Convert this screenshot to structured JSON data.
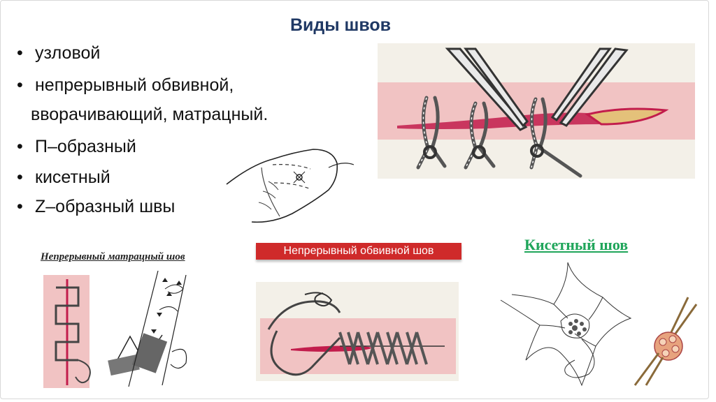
{
  "slide": {
    "title": "Виды швов",
    "bullet_symbol": "•",
    "bullets": [
      {
        "text": "узловой",
        "bullet": true
      },
      {
        "text": "непрерывный обвивной,",
        "bullet": true
      },
      {
        "text": "вворачивающий, матрацный.",
        "bullet": false
      },
      {
        "text": "П–образный",
        "bullet": true
      },
      {
        "text": "кисетный",
        "bullet": true
      },
      {
        "text": "Z–образный швы",
        "bullet": true
      }
    ],
    "captions": {
      "mattress": "Непрерывный матрацный шов",
      "overcast": "Непрерывный обвивной шов",
      "purse": "Кисетный шов"
    }
  },
  "colors": {
    "title": "#1f3864",
    "skin_pink": "#f1c3c3",
    "wound_red": "#c21d4c",
    "caption_red": "#cf2a2a",
    "caption_green": "#1fa55a"
  },
  "icons": [
    "interrupted-suture-illustration",
    "finger-suture-illustration",
    "mattress-suture-illustration",
    "overcast-suture-illustration",
    "purse-string-suture-illustration"
  ]
}
